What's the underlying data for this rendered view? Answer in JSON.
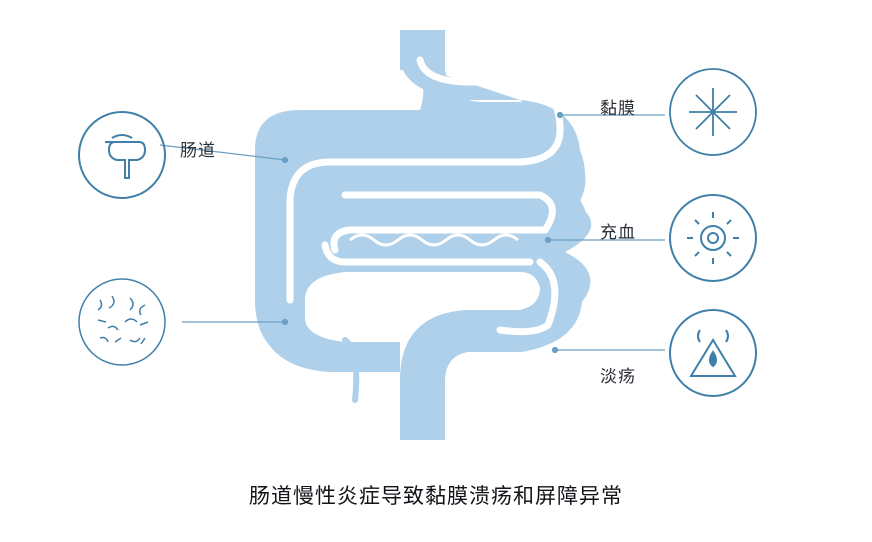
{
  "labels": {
    "intestine": "肠道",
    "mucosa": "黏膜",
    "congestion": "充血",
    "ulcer": "淡疡"
  },
  "caption": "肠道慢性炎症导致黏膜溃疡和屏障异常",
  "icons": {
    "top_left": "intestine-icon",
    "bottom_left": "bacteria-icon",
    "right_top": "mucosa-burst-icon",
    "right_middle": "virus-icon",
    "right_bottom": "ulcer-drop-icon"
  },
  "colors": {
    "intestine": "#aed0ea",
    "inner": "#ffffff",
    "icon_stroke": "#3f7fa8",
    "lines": "#6b9fc4"
  }
}
